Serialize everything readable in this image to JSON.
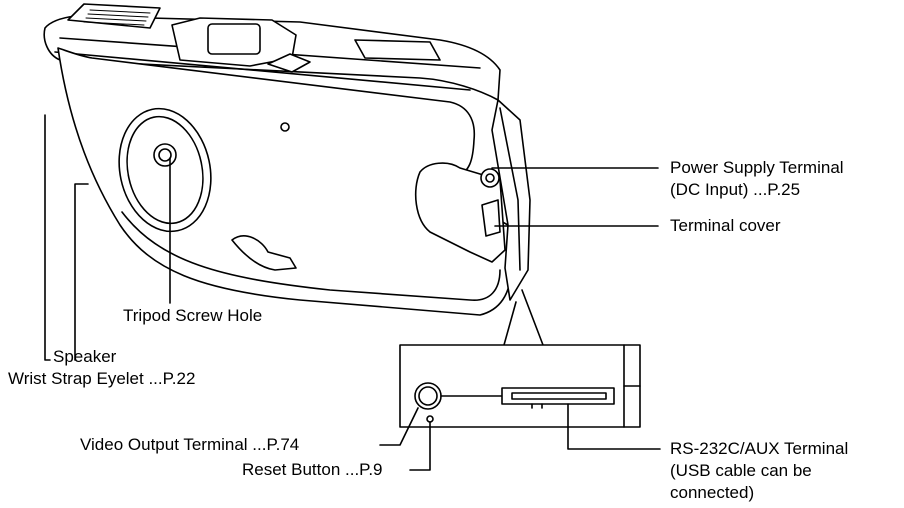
{
  "labels": {
    "power_supply": "Power Supply Terminal",
    "power_supply_sub": "(DC Input) ...P.25",
    "terminal_cover": "Terminal cover",
    "tripod": "Tripod Screw Hole",
    "speaker": "Speaker",
    "wrist_strap": "Wrist Strap Eyelet ...P.22",
    "video_output": "Video Output Terminal ...P.74",
    "reset": "Reset Button ...P.9",
    "rs232_line1": "RS-232C/AUX Terminal",
    "rs232_line2": "(USB cable can be",
    "rs232_line3": "connected)"
  },
  "colors": {
    "line": "#000000",
    "background": "#ffffff"
  }
}
